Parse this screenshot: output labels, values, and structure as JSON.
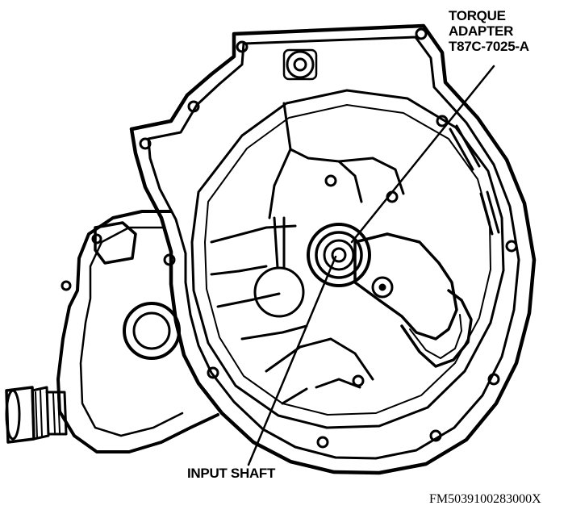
{
  "labels": {
    "torque_adapter": [
      "TORQUE",
      "ADAPTER",
      "T87C-7025-A"
    ],
    "input_shaft": "INPUT SHAFT",
    "figure_code": "FM5039100283000X"
  },
  "colors": {
    "ink": "#000000",
    "paper": "#ffffff"
  }
}
